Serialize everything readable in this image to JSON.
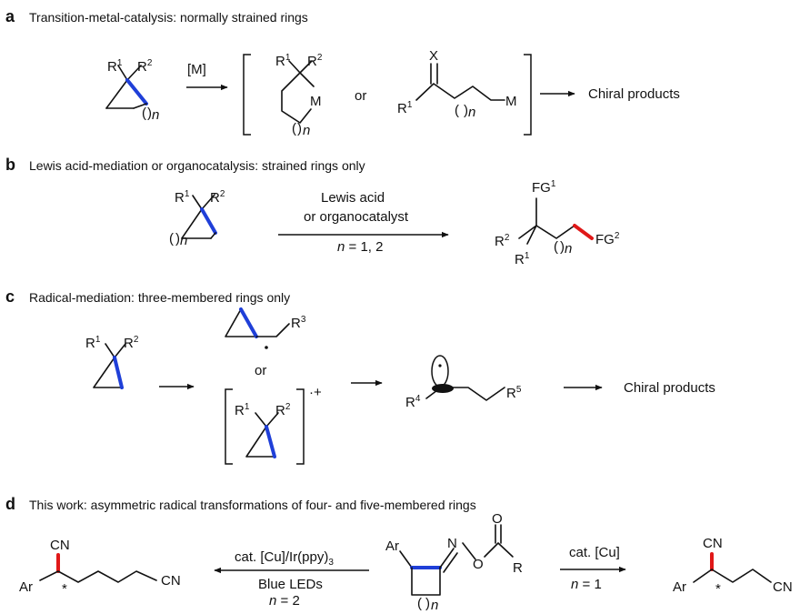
{
  "sections": {
    "a": {
      "letter": "a",
      "title": "Transition-metal-catalysis: normally strained rings",
      "reagent": "[M]",
      "or": "or",
      "product": "Chiral products",
      "labels": {
        "r1": "R",
        "r2": "R",
        "sup1": "1",
        "sup2": "2",
        "m": "M",
        "n": "n",
        "x": "X"
      }
    },
    "b": {
      "letter": "b",
      "title": "Lewis acid-mediation or organocatalysis: strained rings only",
      "reagent_line1": "Lewis acid",
      "reagent_line2": "or organocatalyst",
      "condition_n": "n",
      "condition_rest": " = 1, 2",
      "labels": {
        "fg": "FG",
        "fg1_sup": "1",
        "fg2_sup": "2",
        "r": "R",
        "sup1": "1",
        "sup2": "2",
        "n": "n"
      }
    },
    "c": {
      "letter": "c",
      "title": "Radical-mediation: three-membered rings only",
      "or": "or",
      "product": "Chiral products",
      "labels": {
        "r": "R",
        "sup1": "1",
        "sup2": "2",
        "sup3": "3",
        "sup4": "4",
        "sup5": "5",
        "radical_cation": "·+"
      }
    },
    "d": {
      "letter": "d",
      "title": "This work: asymmetric radical transformations of four- and five-membered rings",
      "left_reagent_line1": "cat. [Cu]/Ir(ppy)",
      "left_reagent_sub": "3",
      "left_reagent_line2": "Blue LEDs",
      "left_n": "n",
      "left_n_rest": " = 2",
      "right_reagent": "cat. [Cu]",
      "right_n": "n",
      "right_n_rest": " = 1",
      "labels": {
        "cn": "CN",
        "ar": "Ar",
        "star": "*",
        "n_atom": "N",
        "o_atom": "O",
        "r": "R",
        "n": "n"
      }
    }
  }
}
